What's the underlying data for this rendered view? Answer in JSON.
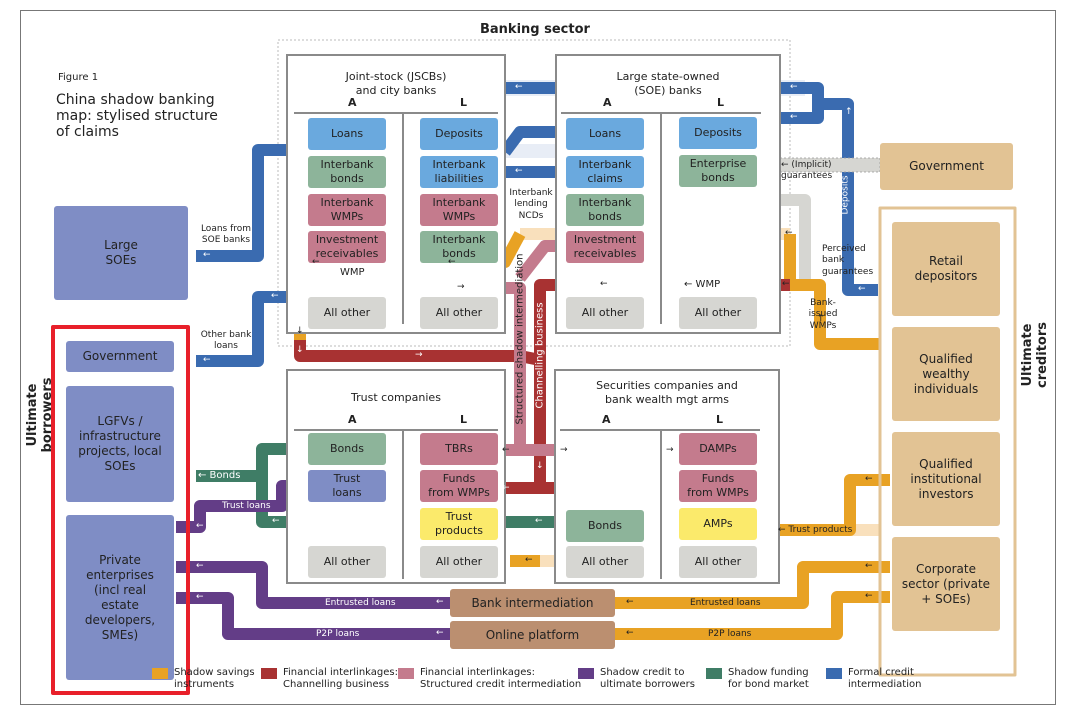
{
  "figure": {
    "label": "Figure 1",
    "title": "China shadow banking\nmap: stylised structure\nof claims"
  },
  "sections": {
    "banking_sector": "Banking sector",
    "ultimate_borrowers": "Ultimate borrowers",
    "ultimate_creditors": "Ultimate creditors"
  },
  "panels": {
    "jscb": {
      "title": "Joint-stock (JSCBs)\nand city banks",
      "col_a": "A",
      "col_l": "L",
      "assets": [
        "Loans",
        "Interbank\nbonds",
        "Interbank\nWMPs",
        "Investment\nreceivables",
        "All other"
      ],
      "liabilities": [
        "Deposits",
        "Interbank\nliabilities",
        "Interbank\nWMPs",
        "Interbank\nbonds",
        "All other"
      ]
    },
    "soe": {
      "title": "Large state-owned\n(SOE) banks",
      "col_a": "A",
      "col_l": "L",
      "assets": [
        "Loans",
        "Interbank\nclaims",
        "Interbank\nbonds",
        "Investment\nreceivables",
        "All other"
      ],
      "liabilities": [
        "Deposits",
        "Enterprise\nbonds",
        "All other"
      ]
    },
    "trust": {
      "title": "Trust companies",
      "col_a": "A",
      "col_l": "L",
      "assets": [
        "Bonds",
        "Trust\nloans",
        "All other"
      ],
      "liabilities": [
        "TBRs",
        "Funds\nfrom WMPs",
        "Trust\nproducts",
        "All other"
      ]
    },
    "securities": {
      "title": "Securities companies and\nbank wealth mgt arms",
      "col_a": "A",
      "col_l": "L",
      "assets": [
        "Bonds",
        "All other"
      ],
      "liabilities": [
        "DAMPs",
        "Funds\nfrom WMPs",
        "AMPs",
        "All other"
      ]
    }
  },
  "borrowers": [
    "Large\nSOEs",
    "Government",
    "LGFVs /\ninfrastructure\nprojects, local\nSOEs",
    "Private\nenterprises\n(incl real\nestate\ndevelopers,\nSMEs)"
  ],
  "creditors": {
    "government": "Government",
    "group": [
      "Retail\ndepositors",
      "Qualified\nwealthy\nindividuals",
      "Qualified\ninstitutional\ninvestors",
      "Corporate\nsector (private\n+ SOEs)"
    ]
  },
  "intermediaries": [
    "Bank intermediation",
    "Online platform"
  ],
  "flow_labels": {
    "loans_from_soe": "Loans from\nSOE banks",
    "other_bank_loans": "Other bank\nloans",
    "interbank_lending": "Interbank\nlending\nNCDs",
    "implicit_guarantees": "← (Implicit) guarantees",
    "deposits": "Deposits",
    "perceived_guarantees": "Perceived\nbank\nguarantees",
    "bank_issued_wmps": "Bank-\nissued\nWMPs",
    "wmp": "WMP",
    "wmp_right": "← WMP",
    "structured": "Structured shadow intermediation",
    "channelling": "Channelling business",
    "bonds": "← Bonds",
    "trust_loans": "Trust loans",
    "trust_products": "← Trust products",
    "entrusted_loans": "Entrusted loans",
    "p2p_loans": "P2P loans"
  },
  "legend": [
    {
      "label": "Shadow savings\ninstruments",
      "color": "#e8a224"
    },
    {
      "label": "Financial interlinkages:\nChannelling business",
      "color": "#a83232"
    },
    {
      "label": "Financial interlinkages:\nStructured credit intermediation",
      "color": "#c47b8d"
    },
    {
      "label": "Shadow credit to\nultimate borrowers",
      "color": "#633d87"
    },
    {
      "label": "Shadow funding\nfor bond market",
      "color": "#3f7d66"
    },
    {
      "label": "Formal credit\nintermediation",
      "color": "#3a6bb0"
    }
  ],
  "colors": {
    "orange": "#e8a224",
    "red": "#a83232",
    "pink": "#c47b8d",
    "purple": "#633d87",
    "teal": "#3f7d66",
    "blue": "#3a6bb0",
    "highlight": "#e8202a"
  }
}
